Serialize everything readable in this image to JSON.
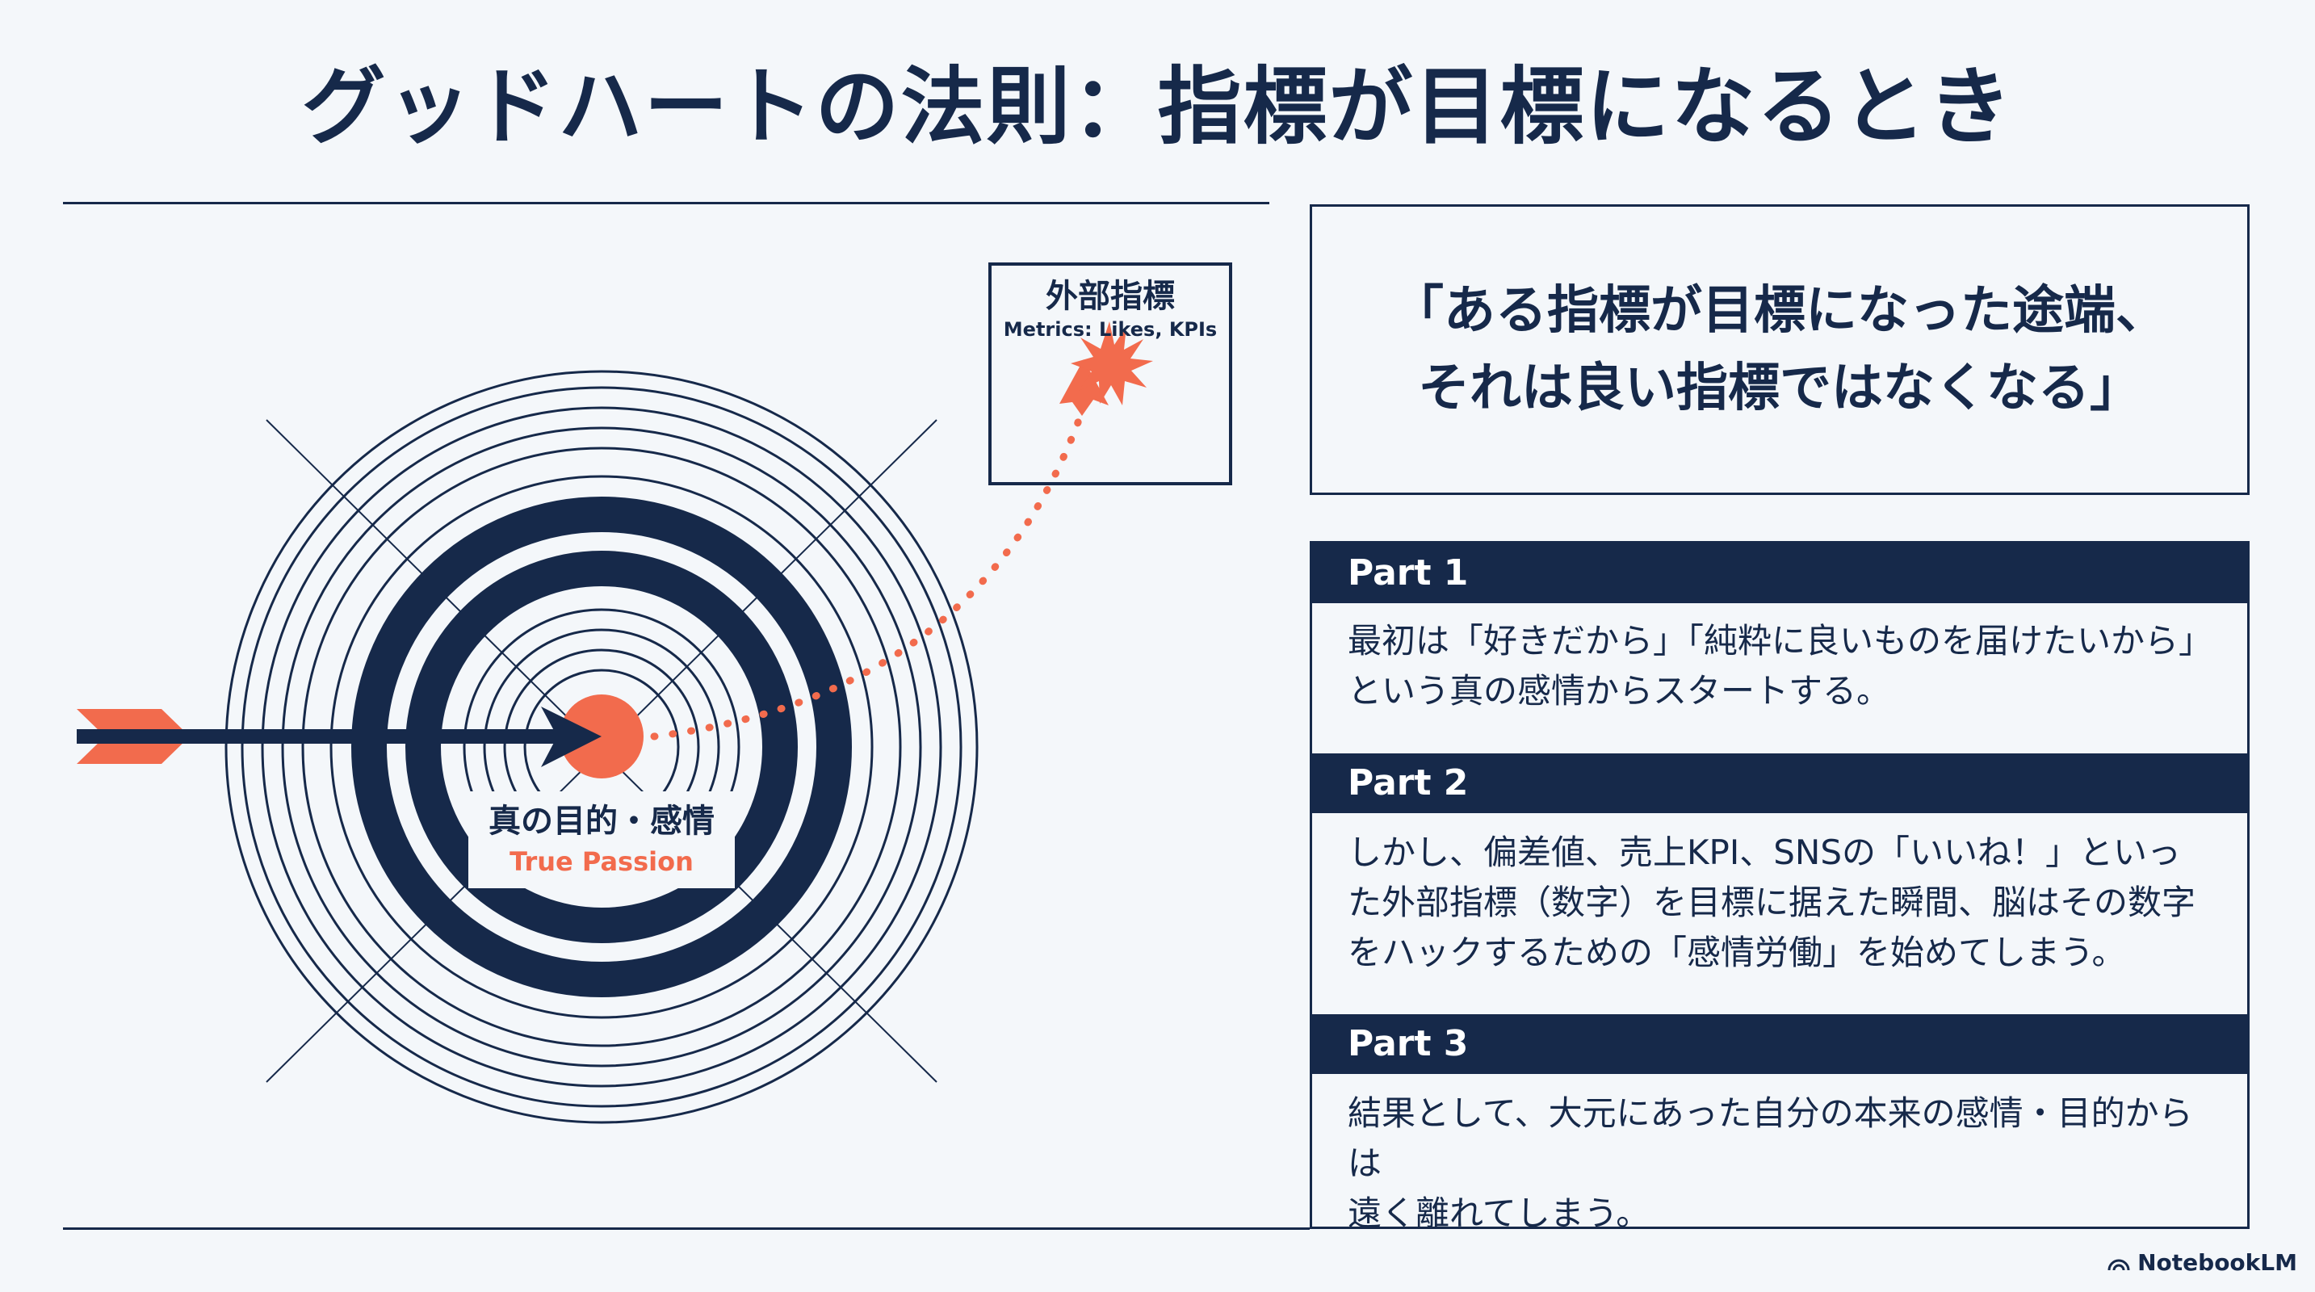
{
  "title": "グッドハートの法則：指標が目標になるとき",
  "diagram": {
    "external_label": "外部指標",
    "external_sublabel": "Metrics: Likes, KPIs",
    "center_label": "真の目的・感情",
    "center_sublabel": "True Passion",
    "colors": {
      "navy": "#16294a",
      "accent": "#f26b4d"
    }
  },
  "quote": {
    "line1": "「ある指標が目標になった途端、",
    "line2": "それは良い指標ではなくなる」"
  },
  "parts": [
    {
      "label": "Part 1",
      "lines": [
        "最初は「好きだから」「純粋に良いものを届けたいから」",
        "という真の感情からスタートする。"
      ]
    },
    {
      "label": "Part 2",
      "lines": [
        "しかし、偏差値、売上KPI、SNSの「いいね！」といっ",
        "た外部指標（数字）を目標に据えた瞬間、脳はその数字",
        "をハックするための「感情労働」を始めてしまう。"
      ]
    },
    {
      "label": "Part 3",
      "lines": [
        "結果として、大元にあった自分の本来の感情・目的からは",
        "遠く離れてしまう。"
      ]
    }
  ],
  "brand": "NotebookLM",
  "brand_icon": "notebooklm-logo-icon"
}
